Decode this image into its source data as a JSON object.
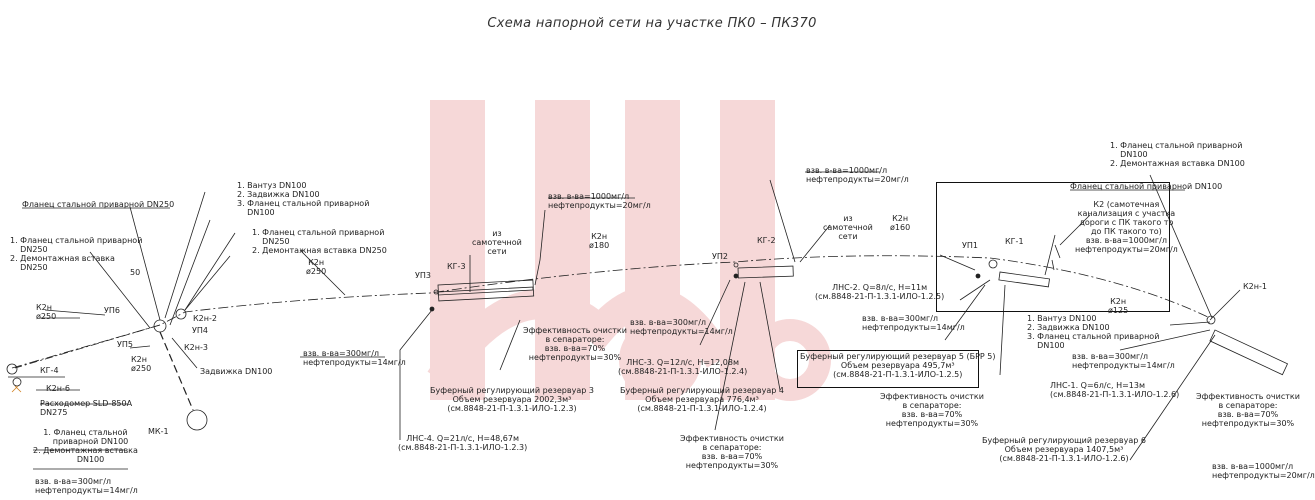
{
  "title": "Схема напорной сети на участке ПК0 – ПК370",
  "labels": {
    "kg4": "КГ-4",
    "k2n6": "К2н-6",
    "rashodomer": "Расходомер SLD-850A\nDN275",
    "k2n_left": "К2н\nø250",
    "up6": "УП6",
    "up5": "УП5",
    "k2n_mid": "К2н\nø250",
    "up4": "УП4",
    "k2n2": "К2н-2",
    "k2n3": "К2н-3",
    "zadvizhka_dn100_left": "Задвижка DN100",
    "mk1": "МК-1",
    "flanec_dn250": "Фланец стальной приварной DN250",
    "left_list1": "1. Фланец стальной приварной\n    DN250\n2. Демонтажная вставка\n    DN250",
    "num50": "50",
    "top_list1": "1. Вантуз DN100\n2. Задвижка DN100\n3. Фланец стальной приварной\n    DN100",
    "top_list2": "1. Фланец стальной приварной\n    DN250\n2. Демонтажная вставка DN250",
    "k2n_250b": "К2н\nø250",
    "flow_left": "взв. в-ва=300мг/л\nнефтепродукты=14мг/л",
    "bottom_left_list": "1. Фланец стальной\n    приварной DN100\n2. Демонтажная вставка\n    DN100",
    "bottom_left_flow": "взв. в-ва=300мг/л\nнефтепродукты=14мг/л",
    "up3": "УП3",
    "kg3": "КГ-3",
    "iz_sam_net1": "из\nсамотечной\nсети",
    "flow_r3_top": "взв. в-ва=1000мг/л\nнефтепродукты=20мг/л",
    "k2n_180": "К2н\nø180",
    "flow_300_14_mid": "взв. в-ва=300мг/л\nнефтепродукты=14мг/л",
    "eff_r3": "Эффективность очистки\nв сепараторе:\nвзв. в-ва=70%\nнефтепродукты=30%",
    "rez3": "Буферный регулирующий резервуар 3\nОбъем резервуара 2002,3м³\n(см.8848-21-П-1.3.1-ИЛО-1.2.3)",
    "lns4": "ЛНС-4. Q=21л/с, Н=48,67м\n(см.8848-21-П-1.3.1-ИЛО-1.2.3)",
    "up2": "УП2",
    "kg2": "КГ-2",
    "iz_sam_net2": "из\nсамотечной\nсети",
    "flow_r4_top": "взв. в-ва=1000мг/л\nнефтепродукты=20мг/л",
    "flow_r4_in": "взв. в-ва=300мг/л\nнефтепродукты=14мг/л",
    "lns3": "ЛНС-3. Q=12л/с, Н=12,08м\n(см.8848-21-П-1.3.1-ИЛО-1.2.4)",
    "rez4": "Буферный регулирующий резервуар 4\nОбъем резервуара 776,4м³\n(см.8848-21-П-1.3.1-ИЛО-1.2.4)",
    "eff_r4": "Эффективность очистки\nв сепараторе:\nвзв. в-ва=70%\nнефтепродукты=30%",
    "k2n_160": "К2н\nø160",
    "up1": "УП1",
    "kg1": "КГ-1",
    "k2_sam": "К2 (самотечная\nканализация с участка\nдороги с ПК такого то\nдо ПК такого то)\nвзв. в-ва=1000мг/л\nнефтепродукты=20мг/л",
    "lns2": "ЛНС-2. Q=8л/с, Н=11м\n(см.8848-21-П-1.3.1-ИЛО-1.2.5)",
    "flow_r5_in": "взв. в-ва=300мг/л\nнефтепродукты=14мг/л",
    "rez5": "Буферный регулирующий резервуар 5 (БРР 5)\nОбъем резервуара 495,7м³\n(см.8848-21-П-1.3.1-ИЛО-1.2.5)",
    "eff_r5": "Эффективность очистки\nв сепараторе:\nвзв. в-ва=70%\nнефтепродукты=30%",
    "k2n_125": "К2н\nø125",
    "right_list_top": "1. Фланец стальной приварной\n    DN100\n2. Демонтажная вставка DN100",
    "flanec_dn100": "Фланец стальной приварной DN100",
    "right_list_mid": "1. Вантуз DN100\n2. Задвижка DN100\n3. Фланец стальной приварной\n    DN100",
    "k2n1": "К2н-1",
    "flow_r6_in": "взв. в-ва=300мг/л\nнефтепродукты=14мг/л",
    "lns1": "ЛНС-1. Q=6л/с, Н=13м\n(см.8848-21-П-1.3.1-ИЛО-1.2.6)",
    "eff_r6": "Эффективность очистки\nв сепараторе:\nвзв. в-ва=70%\nнефтепродукты=30%",
    "rez6": "Буферный регулирующий резервуар 6\nОбъем резервуара 1407,5м³\n(см.8848-21-П-1.3.1-ИЛО-1.2.6)",
    "flow_r6_out": "взв. в-ва=1000мг/л\nнефтепродукты=20мг/л"
  },
  "colors": {
    "line": "#222222",
    "watermark": "#f3c9c9",
    "highlight": "#111111"
  }
}
